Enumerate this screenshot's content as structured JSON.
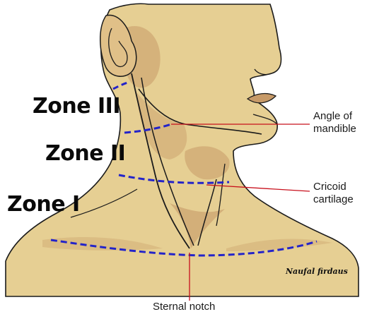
{
  "zones": [
    {
      "label": "Zone III"
    },
    {
      "label": "Zone II"
    },
    {
      "label": "Zone I"
    }
  ],
  "callouts": {
    "angle_of_mandible": [
      "Angle of",
      "mandible"
    ],
    "cricoid_cartilage": [
      "Cricoid",
      "cartilage"
    ],
    "sternal_notch": "Sternal notch"
  },
  "signature": "Naufal firdaus",
  "colors": {
    "skin": "#e6cf93",
    "skin_shadow": "#c79a68",
    "outline": "#1b1b1b",
    "zone_boundary": "#2323c9",
    "leader_line": "#c8101c",
    "background": "#ffffff"
  }
}
